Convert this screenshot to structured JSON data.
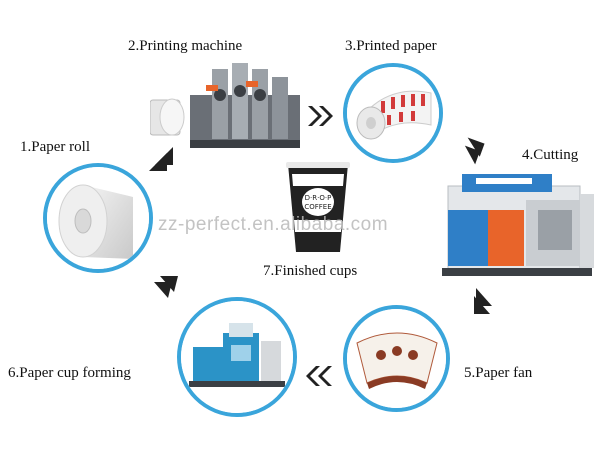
{
  "steps": [
    {
      "id": 1,
      "label": "1.Paper roll"
    },
    {
      "id": 2,
      "label": "2.Printing machine"
    },
    {
      "id": 3,
      "label": "3.Printed paper"
    },
    {
      "id": 4,
      "label": "4.Cutting"
    },
    {
      "id": 5,
      "label": "5.Paper fan"
    },
    {
      "id": 6,
      "label": "6.Paper cup forming"
    },
    {
      "id": 7,
      "label": "7.Finished cups"
    }
  ],
  "cup_brand": {
    "top": "D·R·O·P",
    "bottom": "COFFEE"
  },
  "watermark": "zz-perfect.en.alibaba.com",
  "colors": {
    "circle_border": "#3aa5db",
    "arrow": "#222222",
    "machine_blue": "#2f7fc7",
    "machine_orange": "#e8642a"
  }
}
